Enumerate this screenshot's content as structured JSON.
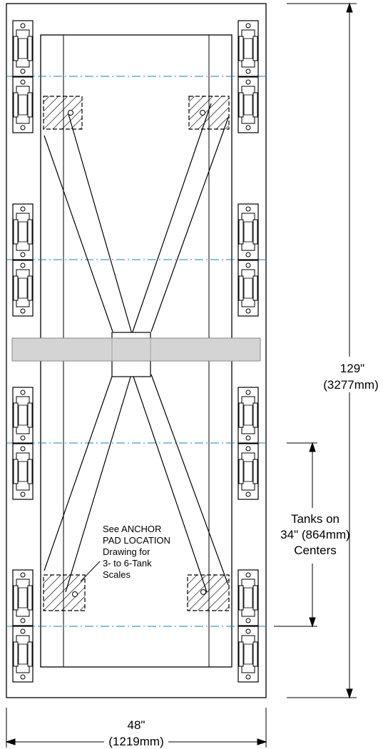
{
  "dimensions": {
    "height_in": "129\"",
    "height_mm": "(3277mm)",
    "width_in": "48\"",
    "width_mm": "(1219mm)"
  },
  "tank_spacing": {
    "line1": "Tanks on",
    "line2": "34\" (864mm)",
    "line3": "Centers"
  },
  "anchor_note": {
    "line1": "See ANCHOR",
    "line2": "PAD LOCATION",
    "line3": "Drawing for",
    "line4": "3- to 6-Tank",
    "line5": "Scales"
  },
  "colors": {
    "line": "#000000",
    "centerline": "#1f7fb8",
    "crossbar": "#d4d4d4"
  }
}
